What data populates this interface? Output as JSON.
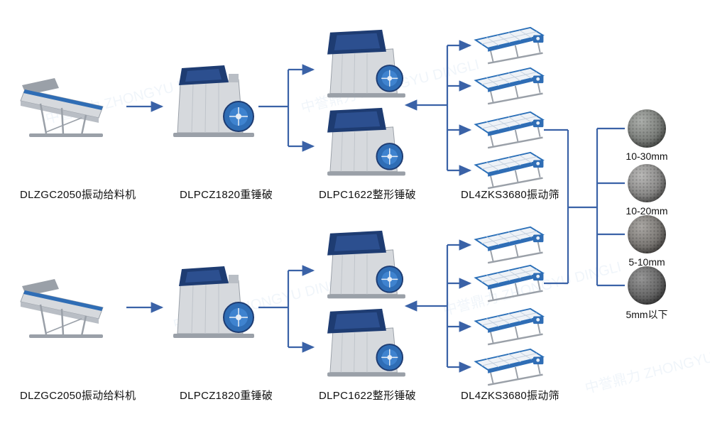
{
  "watermark": "中誉鼎力 ZHONGYU DINGLI",
  "rows": [
    {
      "feeder": "DLZGC2050振动给料机",
      "crusher": "DLPCZ1820重锤破",
      "shaper": "DLPC1622整形锤破",
      "screen": "DL4ZKS3680振动筛",
      "units": {
        "feeders": 1,
        "crushers": 1,
        "shapers": 2,
        "screens": 4
      }
    },
    {
      "feeder": "DLZGC2050振动给料机",
      "crusher": "DLPCZ1820重锤破",
      "shaper": "DLPC1622整形锤破",
      "screen": "DL4ZKS3680振动筛",
      "units": {
        "feeders": 1,
        "crushers": 1,
        "shapers": 2,
        "screens": 4
      }
    }
  ],
  "products": [
    {
      "label": "10-30mm",
      "color": "#8d918c"
    },
    {
      "label": "10-20mm",
      "color": "#a09f9d"
    },
    {
      "label": "5-10mm",
      "color": "#8b8782"
    },
    {
      "label": "5mm以下",
      "color": "#6f6f6f"
    }
  ],
  "colors": {
    "arrow": "#3a62a7",
    "navy": "#1e3c72",
    "blue": "#2f6db5",
    "bluelt": "#3f83cf",
    "body": "#d6d9dd",
    "shade": "#b9bec5",
    "frame": "#9aa0a8",
    "screenblue": "#2a6fb8",
    "mesh": "#c3cfdd",
    "text": "#111111",
    "bg": "#ffffff"
  }
}
